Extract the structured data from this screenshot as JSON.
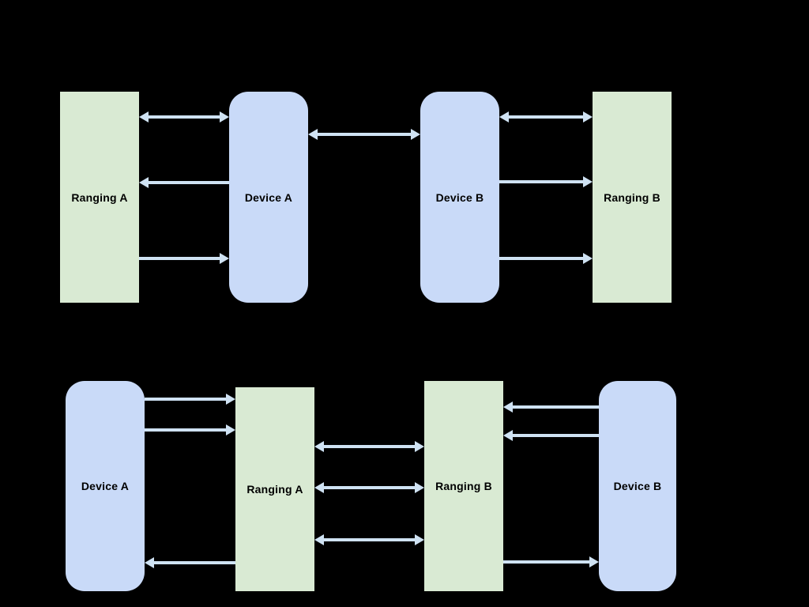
{
  "colors": {
    "background": "#000000",
    "device_fill": "#c9daf8",
    "ranging_fill": "#d9ead3",
    "arrow": "#cfe2f3",
    "label_text": "#000000"
  },
  "diagram": {
    "top_row": {
      "nodes": [
        {
          "id": "ranging-a",
          "label": "Ranging A"
        },
        {
          "id": "device-a",
          "label": "Device A"
        },
        {
          "id": "device-b",
          "label": "Device B"
        },
        {
          "id": "ranging-b",
          "label": "Ranging B"
        }
      ],
      "edges": [
        {
          "from": "ranging-a",
          "to": "device-a",
          "direction": "bidirectional"
        },
        {
          "from": "device-a",
          "to": "ranging-a",
          "direction": "left"
        },
        {
          "from": "ranging-a",
          "to": "device-a",
          "direction": "right"
        },
        {
          "from": "device-a",
          "to": "device-b",
          "direction": "bidirectional"
        },
        {
          "from": "device-b",
          "to": "ranging-b",
          "direction": "bidirectional"
        },
        {
          "from": "device-b",
          "to": "ranging-b",
          "direction": "right"
        },
        {
          "from": "device-b",
          "to": "ranging-b",
          "direction": "right"
        }
      ]
    },
    "bottom_row": {
      "nodes": [
        {
          "id": "device-a",
          "label": "Device A"
        },
        {
          "id": "ranging-a",
          "label": "Ranging A"
        },
        {
          "id": "ranging-b",
          "label": "Ranging B"
        },
        {
          "id": "device-b",
          "label": "Device B"
        }
      ],
      "edges": [
        {
          "from": "device-a",
          "to": "ranging-a",
          "direction": "right"
        },
        {
          "from": "device-a",
          "to": "ranging-a",
          "direction": "right"
        },
        {
          "from": "ranging-a",
          "to": "device-a",
          "direction": "left"
        },
        {
          "from": "ranging-a",
          "to": "ranging-b",
          "direction": "bidirectional"
        },
        {
          "from": "ranging-a",
          "to": "ranging-b",
          "direction": "bidirectional"
        },
        {
          "from": "ranging-a",
          "to": "ranging-b",
          "direction": "bidirectional"
        },
        {
          "from": "device-b",
          "to": "ranging-b",
          "direction": "left"
        },
        {
          "from": "device-b",
          "to": "ranging-b",
          "direction": "left"
        },
        {
          "from": "ranging-b",
          "to": "device-b",
          "direction": "right"
        }
      ]
    }
  }
}
